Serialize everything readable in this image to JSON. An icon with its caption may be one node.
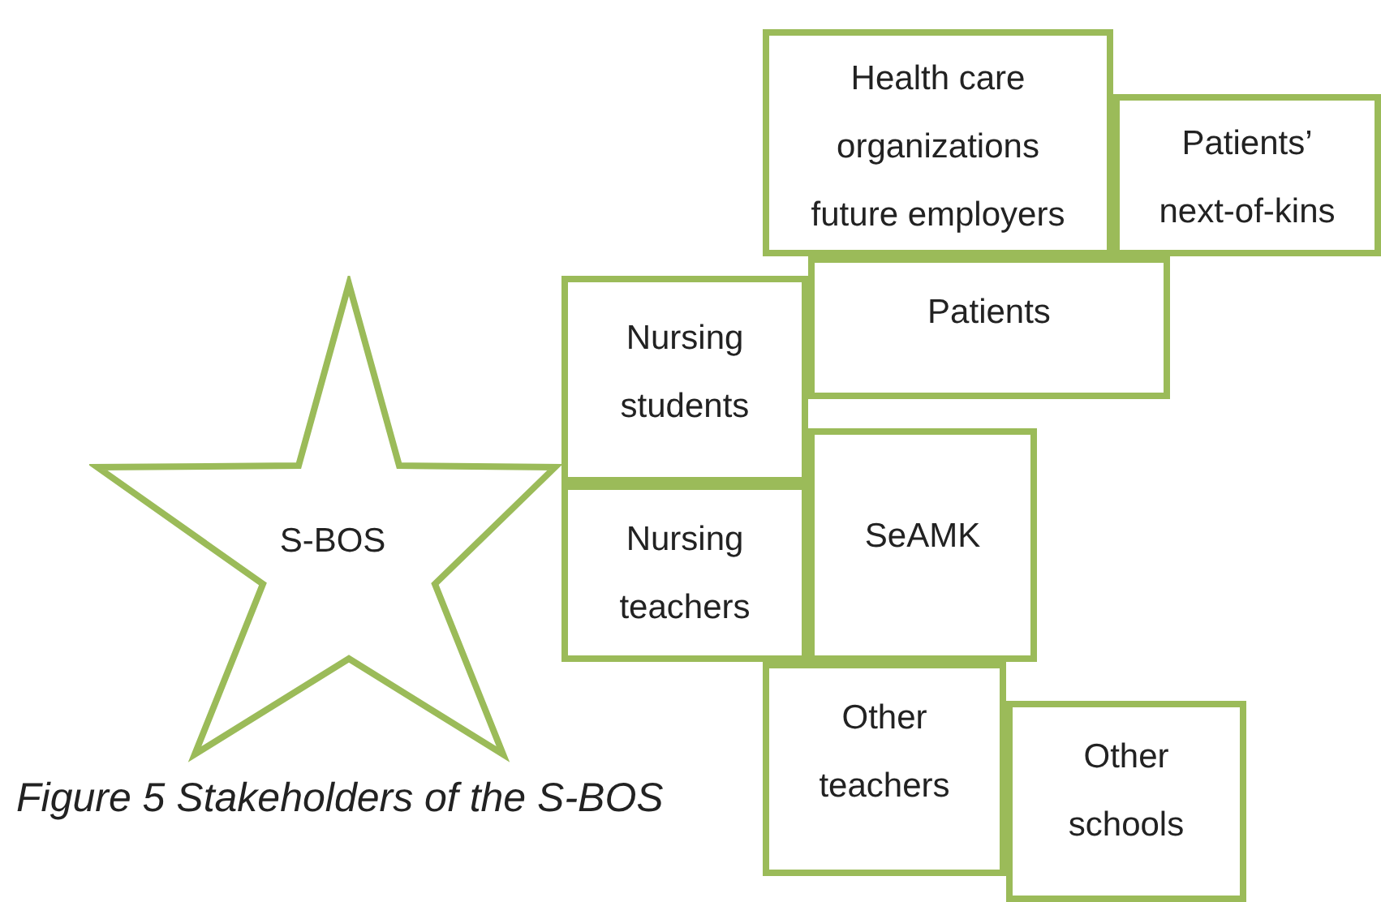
{
  "diagram": {
    "caption": "Figure 5 Stakeholders of the S-BOS",
    "nodes": [
      {
        "text": [
          "S-BOS"
        ]
      },
      {
        "text": [
          "Health care organizations future employers"
        ]
      },
      {
        "text": [
          "Patients’ next-of-kins"
        ]
      },
      {
        "text": [
          "Nursing students"
        ]
      },
      {
        "text": [
          "Patients"
        ]
      },
      {
        "text": [
          "Nursing teachers"
        ]
      },
      {
        "text": [
          "SeAMK"
        ]
      },
      {
        "text": [
          "Other teachers"
        ]
      },
      {
        "text": [
          "Other schools"
        ]
      }
    ],
    "edges": []
  }
}
